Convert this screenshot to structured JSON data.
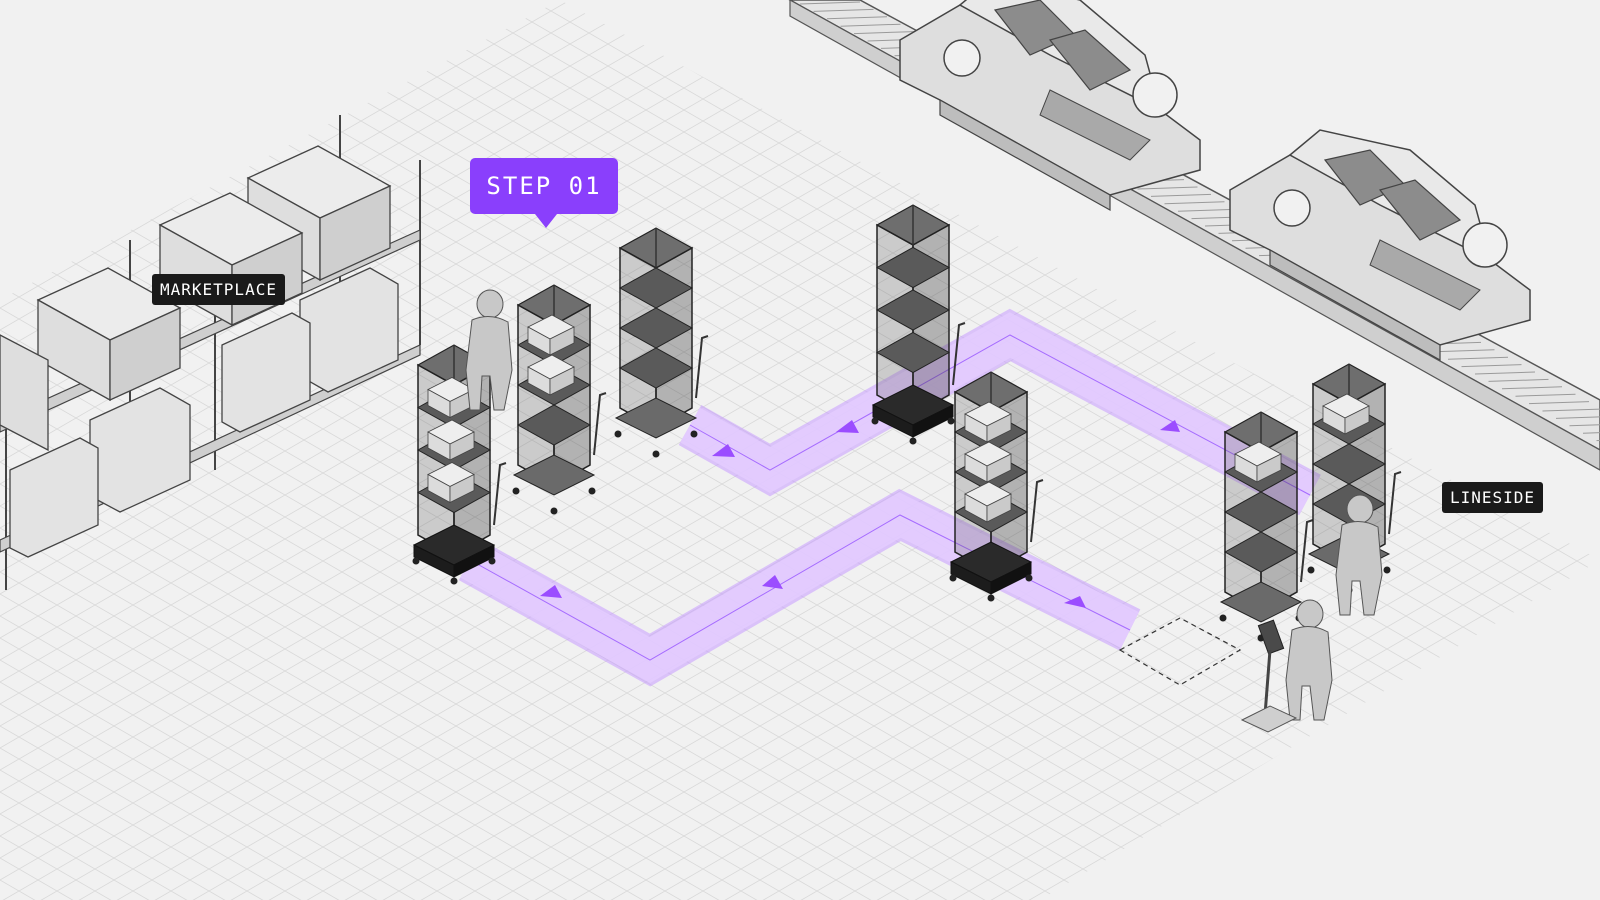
{
  "callout": {
    "text": "STEP 01"
  },
  "labels": {
    "marketplace": "MARKETPLACE",
    "lineside": "LINESIDE"
  },
  "colors": {
    "background": "#f1f1f1",
    "grid": "#d9d9d9",
    "accent": "#8a3ffc",
    "path_fill": "#e4ccff",
    "path_edge": "#c79bff",
    "arrow": "#9b4dff",
    "rack_dark": "#5a5a5a",
    "rack_top": "#6e6e6e",
    "label_bg": "#1a1a1a",
    "person": "#c8c8c8"
  },
  "icons": {
    "workers": "person-silhouette",
    "route_markers": "direction-arrow",
    "carts": "rolling-rack-cart",
    "robots": "amr-robot",
    "kiosk": "tablet-kiosk",
    "car_bodies": "car-body-in-white",
    "conveyor": "assembly-conveyor",
    "storage": "pallet-racking"
  }
}
